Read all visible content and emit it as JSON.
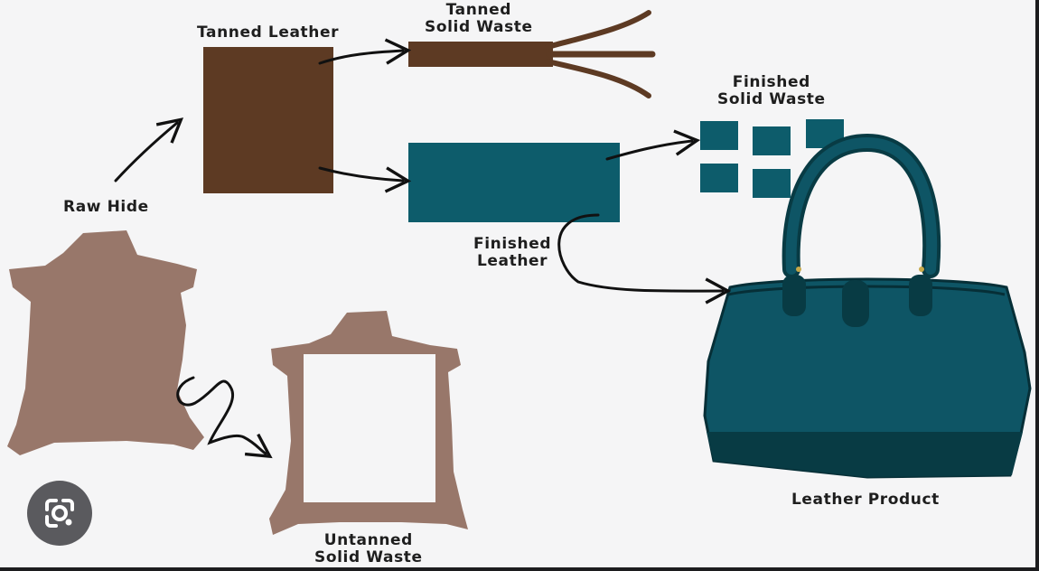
{
  "labels": {
    "raw_hide": "Raw Hide",
    "tanned_leather": "Tanned Leather",
    "tanned_solid_waste": [
      "Tanned",
      "Solid Waste"
    ],
    "finished_leather": [
      "Finished",
      "Leather"
    ],
    "finished_solid_waste": [
      "Finished",
      "Solid Waste"
    ],
    "untanned_solid_waste": [
      "Untanned",
      "Solid Waste"
    ],
    "leather_product": "Leather Product"
  },
  "colors": {
    "raw_hide": "#98776a",
    "tanned_leather": "#5d3a23",
    "finished_leather": "#0d5c6b",
    "bag_body": "#0e5565",
    "bag_dark": "#083b44",
    "arrow": "#111111",
    "background": "#f5f5f6"
  },
  "overlay": {
    "icon": "google-lens-icon"
  }
}
